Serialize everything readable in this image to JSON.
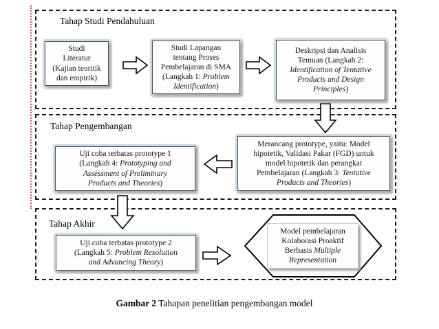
{
  "caption": {
    "bold": "Gambar 2",
    "rest": " Tahapan penelitian pengembangan model"
  },
  "sections": {
    "pendahuluan": {
      "label": "Tahap Studi Pendahuluan"
    },
    "pengembangan": {
      "label": "Tahap Pengembangan"
    },
    "akhir": {
      "label": "Tahap Akhir"
    }
  },
  "nodes": {
    "studi_literatur": {
      "segments": [
        {
          "text": "Studi\nLiteratur\n(Kajian teoritik\ndan empirik)",
          "italic": false
        }
      ]
    },
    "studi_lapangan": {
      "segments": [
        {
          "text": "Studi Lapangan\ntentang Proses\nPembelajaran di SMA\n(Langkah 1: ",
          "italic": false
        },
        {
          "text": "Problem\nIdentification",
          "italic": true
        },
        {
          "text": ")",
          "italic": false
        }
      ]
    },
    "deskripsi_analisis": {
      "segments": [
        {
          "text": "Deskripsi dan Analisis\nTemuan (Langkah 2:\n",
          "italic": false
        },
        {
          "text": "Identification of Tentative\nProducts and Design\nPrinciples",
          "italic": true
        },
        {
          "text": ")",
          "italic": false
        }
      ]
    },
    "merancang_prototype": {
      "segments": [
        {
          "text": "Merancang prototype, yaitu: Model\nhipotetik, Validasi Pakar (FGD) untuk\nmodel hipotetik dan perangkat\nPembelajaran (Langkah 3: ",
          "italic": false
        },
        {
          "text": "Tentative\nProducts and Theories",
          "italic": true
        },
        {
          "text": ")",
          "italic": false
        }
      ]
    },
    "uji_coba_1": {
      "segments": [
        {
          "text": "Uji coba terbatas prototype 1\n(Langkah 4: ",
          "italic": false
        },
        {
          "text": "Prototyping and\nAssessment of Preliminary\nProducts and Theories",
          "italic": true
        },
        {
          "text": ")",
          "italic": false
        }
      ]
    },
    "uji_coba_2": {
      "segments": [
        {
          "text": "Uji coba terbatas prototype 2\n(Langkah 5: ",
          "italic": false
        },
        {
          "text": "Problem Resolution\nand Advancing Theory",
          "italic": true
        },
        {
          "text": ")",
          "italic": false
        }
      ]
    },
    "model_pembelajaran": {
      "segments": [
        {
          "text": "Model pembelajaran\nKolaborasi Proaktif\nBerbasis ",
          "italic": false
        },
        {
          "text": "Multiple\nRepresentation",
          "italic": true
        }
      ]
    }
  },
  "connectors": [
    {
      "icon": "block-arrow-right-icon",
      "from": "studi_literatur",
      "to": "studi_lapangan"
    },
    {
      "icon": "block-arrow-right-icon",
      "from": "studi_lapangan",
      "to": "deskripsi_analisis"
    },
    {
      "icon": "block-arrow-down-icon",
      "from": "deskripsi_analisis",
      "to": "merancang_prototype"
    },
    {
      "icon": "block-arrow-left-icon",
      "from": "merancang_prototype",
      "to": "uji_coba_1"
    },
    {
      "icon": "block-arrow-down-icon",
      "from": "uji_coba_1",
      "to": "uji_coba_2"
    },
    {
      "icon": "block-arrow-right-icon",
      "from": "uji_coba_2",
      "to": "model_pembelajaran"
    }
  ],
  "colors": {
    "box_frame": "#cdd8e6",
    "box_border": "#4f4f4f",
    "dashed_border": "#1a1a1a",
    "annotation_line_red": "#cf3832",
    "arrow_fill": "#ffffff",
    "arrow_stroke": "#000000"
  }
}
